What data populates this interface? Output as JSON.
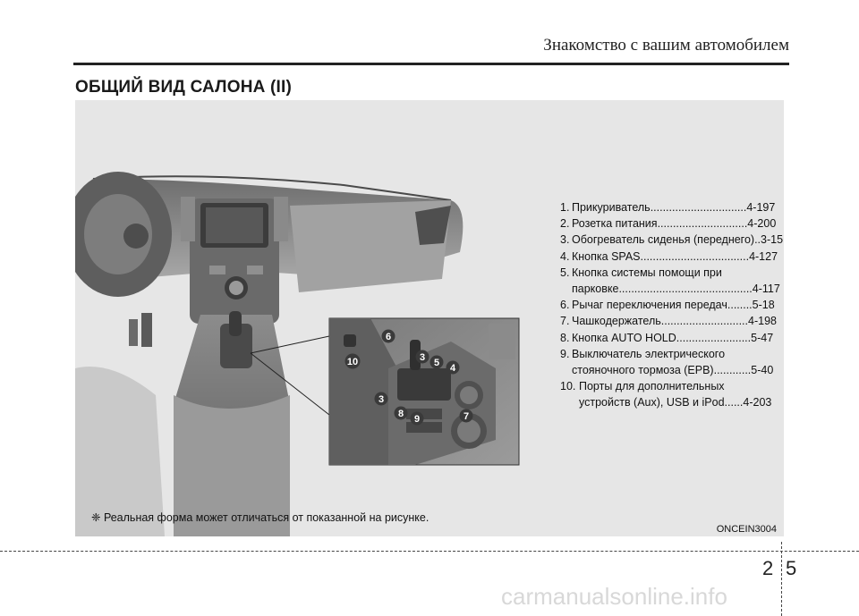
{
  "header": {
    "chapter_title": "Знакомство с вашим автомобилем"
  },
  "section": {
    "title": "ОБЩИЙ ВИД САЛОНА (II)"
  },
  "figure": {
    "callouts": [
      "6",
      "3",
      "5",
      "4",
      "10",
      "3",
      "8",
      "9",
      "7"
    ],
    "footnote": "❈ Реальная форма может отличаться от показанной на рисунке.",
    "image_code": "ONCEIN3004"
  },
  "index": [
    {
      "num": "1.",
      "lines": [
        {
          "label": "Прикуриватель ",
          "dots": "...............................",
          "page": "4-197"
        }
      ]
    },
    {
      "num": "2.",
      "lines": [
        {
          "label": "Розетка питания ",
          "dots": ".............................",
          "page": "4-200"
        }
      ]
    },
    {
      "num": "3.",
      "lines": [
        {
          "label": "Обогреватель сиденья (переднего) ",
          "dots": "..",
          "page": "3-15"
        }
      ]
    },
    {
      "num": "4.",
      "lines": [
        {
          "label": "Кнопка SPAS ",
          "dots": "...................................",
          "page": "4-127"
        }
      ]
    },
    {
      "num": "5.",
      "lines": [
        {
          "label": "Кнопка системы помощи при",
          "dots": "",
          "page": ""
        },
        {
          "label": "парковке",
          "dots": "...........................................",
          "page": "4-117"
        }
      ]
    },
    {
      "num": "6.",
      "lines": [
        {
          "label": "Рычаг переключения передач ",
          "dots": "........",
          "page": "5-18"
        }
      ]
    },
    {
      "num": "7.",
      "lines": [
        {
          "label": "Чашкодержатель",
          "dots": "............................",
          "page": "4-198"
        }
      ]
    },
    {
      "num": "8.",
      "lines": [
        {
          "label": "Кнопка AUTO HOLD ",
          "dots": "........................",
          "page": "5-47"
        }
      ]
    },
    {
      "num": "9.",
      "lines": [
        {
          "label": "Выключатель электрического",
          "dots": "",
          "page": ""
        },
        {
          "label": "стояночного тормоза (EPB) ",
          "dots": "............",
          "page": "5-40"
        }
      ]
    },
    {
      "num": "10.",
      "lines": [
        {
          "label": "Порты для дополнительных",
          "dots": "",
          "page": ""
        },
        {
          "label": "устройств (Aux), USB и iPod ",
          "dots": "......",
          "page": "4-203"
        }
      ]
    }
  ],
  "footer": {
    "page_left": "2",
    "page_right": "5",
    "watermark": "carmanualsonline.info"
  }
}
